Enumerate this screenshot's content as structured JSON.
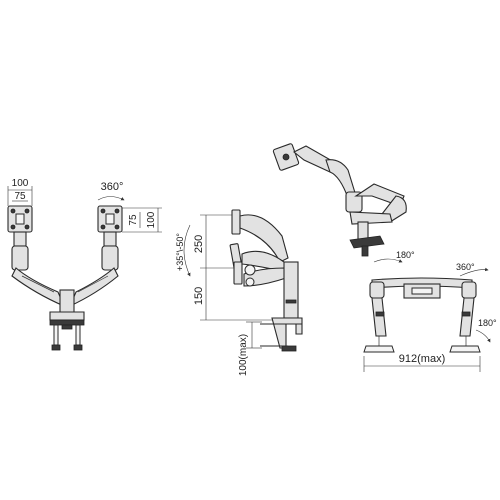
{
  "diagram": {
    "front_view": {
      "vesa_outer": "100",
      "vesa_inner": "75",
      "rotation": "360°",
      "side_inner": "75",
      "side_outer": "100"
    },
    "side_view": {
      "tilt": "+35°\\-50°",
      "height_upper": "250",
      "height_lower": "150",
      "desk_thickness": "100(max)"
    },
    "rear_view": {
      "swivel": "180°",
      "rotation": "360°",
      "base_swivel": "180°",
      "span": "912(max)"
    }
  }
}
